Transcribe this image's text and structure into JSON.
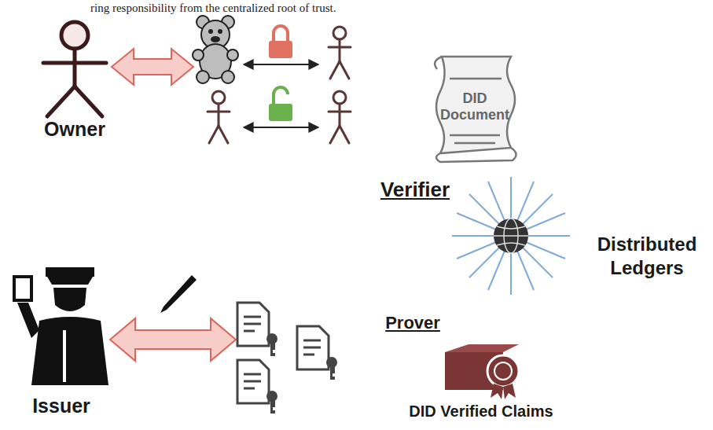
{
  "diagram": {
    "nodes": [
      {
        "text": [
          "DID Document"
        ]
      }
    ],
    "labels": [
      "ring responsibility from the centralized root of trust.",
      "Owner",
      "Verifier",
      "Distributed Ledgers",
      "Prover",
      "Issuer",
      "DID Verified Claims"
    ]
  }
}
